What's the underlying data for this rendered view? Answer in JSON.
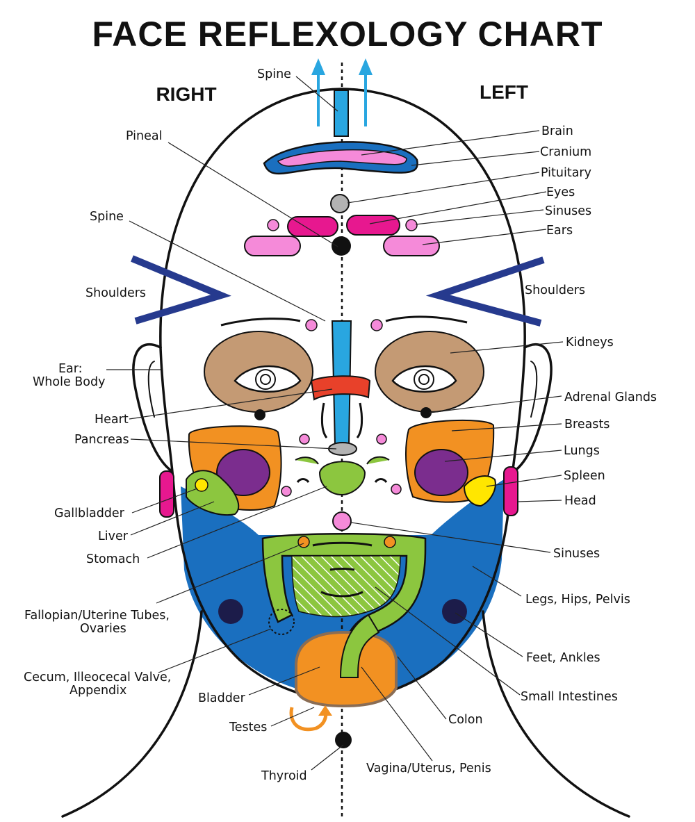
{
  "title": "FACE REFLEXOLOGY CHART",
  "sides": {
    "right": "RIGHT",
    "left": "LEFT"
  },
  "labels": {
    "spine_top": "Spine",
    "pineal": "Pineal",
    "spine_side": "Spine",
    "shoulders_right": "Shoulders",
    "ear_line1": "Ear:",
    "ear_line2": "Whole Body",
    "heart": "Heart",
    "pancreas": "Pancreas",
    "gallbladder": "Gallbladder",
    "liver": "Liver",
    "stomach": "Stomach",
    "fallopian_line1": "Fallopian/Uterine Tubes,",
    "fallopian_line2": "Ovaries",
    "cecum_line1": "Cecum, Illeocecal Valve,",
    "cecum_line2": "Appendix",
    "bladder": "Bladder",
    "testes": "Testes",
    "thyroid": "Thyroid",
    "brain": "Brain",
    "cranium": "Cranium",
    "pituitary": "Pituitary",
    "eyes": "Eyes",
    "sinuses_upper": "Sinuses",
    "ears": "Ears",
    "shoulders_left": "Shoulders",
    "kidneys": "Kidneys",
    "adrenal": "Adrenal Glands",
    "breasts": "Breasts",
    "lungs": "Lungs",
    "spleen": "Spleen",
    "head": "Head",
    "sinuses_lower": "Sinuses",
    "legs": "Legs, Hips, Pelvis",
    "feet": "Feet, Ankles",
    "small_intestines": "Small Intestines",
    "colon": "Colon",
    "vagina": "Vagina/Uterus, Penis"
  },
  "colors": {
    "blue": "#1a6fbf",
    "cyan": "#29a6e0",
    "orange": "#f29122",
    "purple": "#7b2d8e",
    "green": "#8cc63f",
    "pink": "#f58ad9",
    "magenta": "#e7188f",
    "tan": "#c49a74",
    "navy": "#263a8e",
    "red": "#e8412a",
    "yellow": "#ffe600",
    "gray": "#b3b3b3",
    "dark": "#1c1c4a"
  }
}
